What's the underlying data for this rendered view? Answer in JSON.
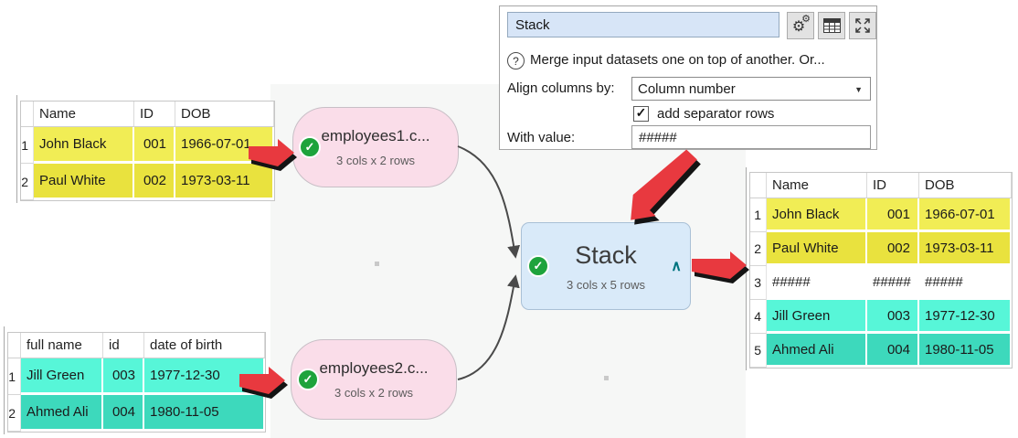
{
  "panel": {
    "title_value": "Stack",
    "help_text": "Merge input datasets one on top of another. Or...",
    "align_label": "Align columns by:",
    "align_value": "Column number",
    "separator_label": "add separator rows",
    "separator_checked": true,
    "with_value_label": "With value:",
    "with_value": "#####"
  },
  "icon_glyphs": {
    "check": "✓",
    "caret_up": "∧",
    "dropdown_caret": "▼",
    "question": "?",
    "gear": "⚙"
  },
  "nodes": {
    "input1": {
      "title": "employees1.c...",
      "subtitle": "3 cols x 2 rows"
    },
    "input2": {
      "title": "employees2.c...",
      "subtitle": "3 cols x 2 rows"
    },
    "stack": {
      "title": "Stack",
      "subtitle": "3 cols x 5 rows"
    }
  },
  "tables": {
    "left_top": {
      "columns": [
        "Name",
        "ID",
        "DOB"
      ],
      "rows": [
        {
          "num": "1",
          "cells": [
            "John Black",
            "001",
            "1966-07-01"
          ],
          "color": "yellowLight"
        },
        {
          "num": "2",
          "cells": [
            "Paul White",
            "002",
            "1973-03-11"
          ],
          "color": "yellowDark"
        }
      ]
    },
    "left_bottom": {
      "columns": [
        "full name",
        "id",
        "date of birth"
      ],
      "rows": [
        {
          "num": "1",
          "cells": [
            "Jill Green",
            "003",
            "1977-12-30"
          ],
          "color": "tealLight"
        },
        {
          "num": "2",
          "cells": [
            "Ahmed Ali",
            "004",
            "1980-11-05"
          ],
          "color": "tealDark"
        }
      ]
    },
    "right": {
      "columns": [
        "Name",
        "ID",
        "DOB"
      ],
      "rows": [
        {
          "num": "1",
          "cells": [
            "John Black",
            "001",
            "1966-07-01"
          ],
          "color": "yellowLight"
        },
        {
          "num": "2",
          "cells": [
            "Paul White",
            "002",
            "1973-03-11"
          ],
          "color": "yellowDark"
        },
        {
          "num": "3",
          "cells": [
            "#####",
            "#####",
            "#####"
          ],
          "color": "white"
        },
        {
          "num": "4",
          "cells": [
            "Jill Green",
            "003",
            "1977-12-30"
          ],
          "color": "tealLight"
        },
        {
          "num": "5",
          "cells": [
            "Ahmed Ali",
            "004",
            "1980-11-05"
          ],
          "color": "tealDark"
        }
      ]
    }
  },
  "colors": {
    "yellowLight": "#F1ED55",
    "yellowDark": "#E9E23E",
    "tealLight": "#57F6D8",
    "tealDark": "#3DD9BC",
    "white": "#FFFFFF",
    "nodePink": "#FADDE9",
    "nodeBlue": "#D9EAF9",
    "checkGreen": "#1EA33C",
    "arrowRed": "#E8393F",
    "caretTeal": "#00747F"
  }
}
